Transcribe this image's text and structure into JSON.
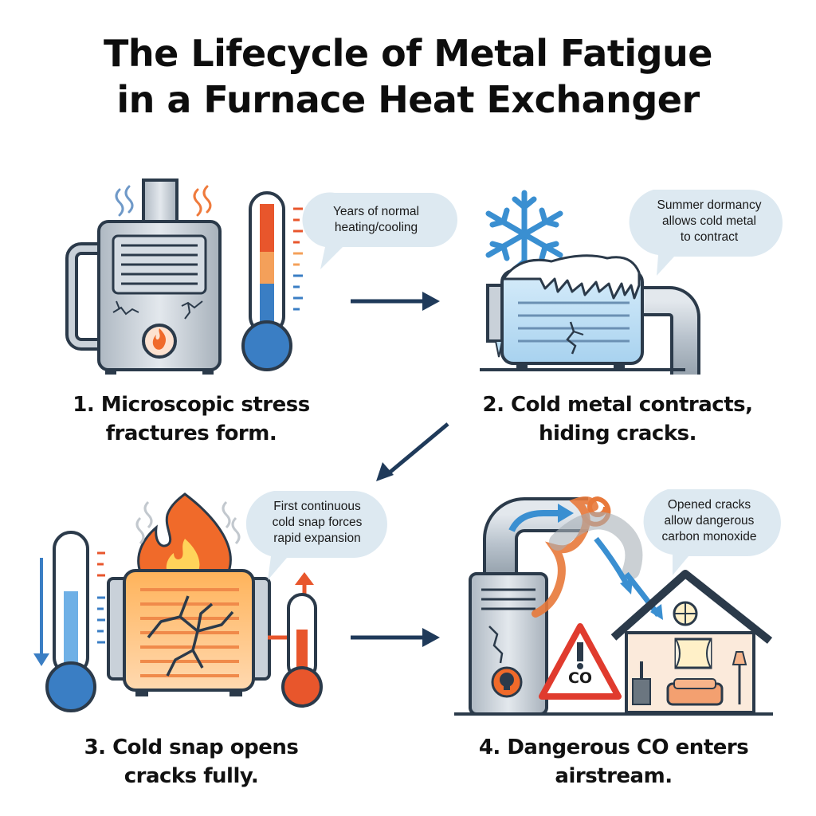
{
  "title": {
    "line1": "The Lifecycle of Metal Fatigue",
    "line2": "in a Furnace Heat Exchanger"
  },
  "steps": [
    {
      "caption": [
        "1. Microscopic stress",
        "fractures form."
      ],
      "bubble": [
        "Years of normal",
        "heating/cooling"
      ]
    },
    {
      "caption": [
        "2. Cold metal contracts,",
        "hiding cracks."
      ],
      "bubble": [
        "Summer dormancy",
        "allows cold metal",
        "to contract"
      ]
    },
    {
      "caption": [
        "3. Cold snap opens",
        "cracks fully."
      ],
      "bubble": [
        "First continuous",
        "cold snap forces",
        "rapid expansion"
      ]
    },
    {
      "caption": [
        "4. Dangerous CO enters",
        "airstream."
      ],
      "bubble": [
        "Opened cracks",
        "allow dangerous",
        "carbon monoxide"
      ]
    }
  ],
  "warning_sign": "CO",
  "colors": {
    "navy": "#1f3a5a",
    "steel": "#c9d1d9",
    "flame": "#f06a2a",
    "ice": "#6fb6e6",
    "bubble": "#dde9f1",
    "hot": "#e8562c",
    "cold": "#3a7ec4"
  }
}
